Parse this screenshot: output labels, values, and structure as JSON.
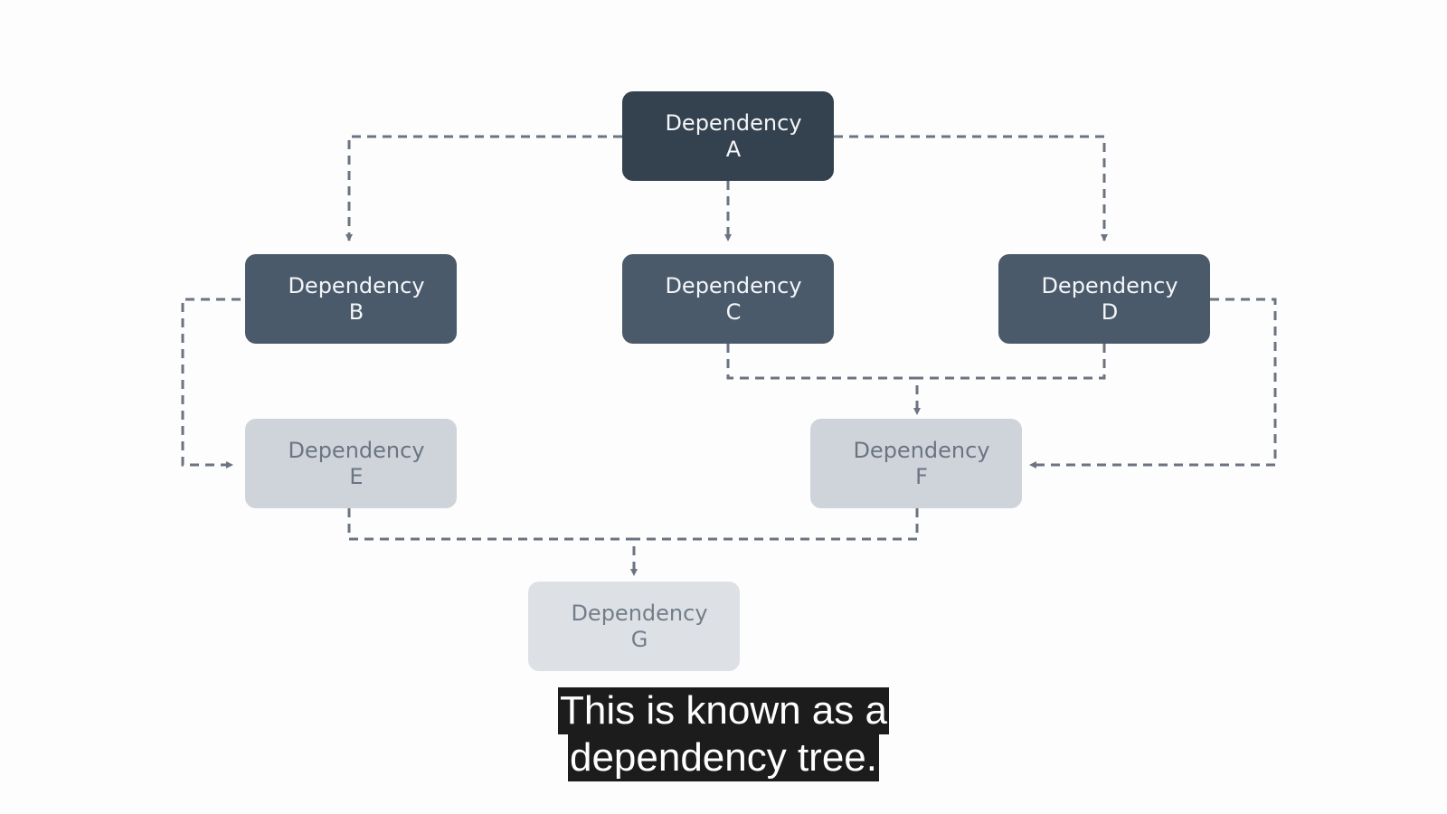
{
  "diagram": {
    "nodes": [
      {
        "id": "a",
        "line1": "Dependency",
        "line2": "A",
        "tone": "dark-top"
      },
      {
        "id": "b",
        "line1": "Dependency",
        "line2": "B",
        "tone": "dark"
      },
      {
        "id": "c",
        "line1": "Dependency",
        "line2": "C",
        "tone": "dark"
      },
      {
        "id": "d",
        "line1": "Dependency",
        "line2": "D",
        "tone": "dark"
      },
      {
        "id": "e",
        "line1": "Dependency",
        "line2": "E",
        "tone": "light"
      },
      {
        "id": "f",
        "line1": "Dependency",
        "line2": "F",
        "tone": "light"
      },
      {
        "id": "g",
        "line1": "Dependency",
        "line2": "G",
        "tone": "lighter"
      }
    ],
    "edges": [
      {
        "from": "a",
        "to": "b"
      },
      {
        "from": "a",
        "to": "c"
      },
      {
        "from": "a",
        "to": "d"
      },
      {
        "from": "b",
        "to": "e"
      },
      {
        "from": "c",
        "to": "f"
      },
      {
        "from": "d",
        "to": "f"
      },
      {
        "from": "e",
        "to": "g"
      },
      {
        "from": "f",
        "to": "g"
      }
    ],
    "colors": {
      "connector": "#6b7480",
      "node_dark_top": "#34414f",
      "node_dark": "#4a5a6b",
      "node_light": "#cfd4db",
      "node_lighter": "#dde1e6"
    }
  },
  "caption": {
    "line1": "This is known as a",
    "line2": "dependency tree."
  }
}
